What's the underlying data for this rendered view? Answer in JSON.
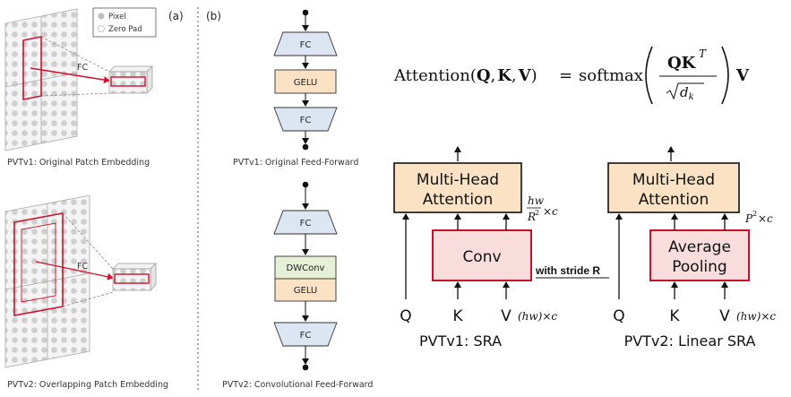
{
  "panel_a": {
    "tag": "(a)",
    "legend": {
      "pixel": "Pixel",
      "zero_pad": "Zero Pad"
    },
    "top": {
      "fc": "FC",
      "caption": "PVTv1: Original Patch Embedding"
    },
    "bottom": {
      "fc": "FC",
      "caption": "PVTv2: Overlapping Patch Embedding"
    }
  },
  "panel_b": {
    "tag": "(b)",
    "top": {
      "fc1": "FC",
      "act": "GELU",
      "fc2": "FC",
      "caption": "PVTv1: Original Feed-Forward"
    },
    "bottom": {
      "fc1": "FC",
      "dwconv": "DWConv",
      "act": "GELU",
      "fc2": "FC",
      "caption": "PVTv2: Convolutional Feed-Forward"
    }
  },
  "equation": {
    "lhs": "Attention(",
    "q": "Q",
    "comma1": ",",
    "k": "K",
    "comma2": ",",
    "v": "V",
    "rparen": ")",
    "eq": "=",
    "softmax": "softmax",
    "num_qk": "QK",
    "num_sup": "T",
    "den_dk": "d",
    "den_k": "k",
    "v_out": "V"
  },
  "sra_v1": {
    "mha_line1": "Multi-Head",
    "mha_line2": "Attention",
    "conv": "Conv",
    "stride": "with stride R",
    "dim_num": "hw",
    "dim_den": "R",
    "dim_exp": "2",
    "dim_mul": "×c",
    "q": "Q",
    "k": "K",
    "v": "V",
    "v_dim": "(hw)×c",
    "caption": "PVTv1: SRA"
  },
  "sra_v2": {
    "mha_line1": "Multi-Head",
    "mha_line2": "Attention",
    "pool_line1": "Average",
    "pool_line2": "Pooling",
    "dim_p": "P",
    "dim_exp": "2",
    "dim_mul": "×c",
    "q": "Q",
    "k": "K",
    "v": "V",
    "v_dim": "(hw)×c",
    "caption": "PVTv2: Linear SRA"
  },
  "colors": {
    "attention_fill": "#fbe2c4",
    "conv_fill": "#f9dcdc",
    "red_border": "#c8102e",
    "fc_fill": "#dce6f2"
  }
}
